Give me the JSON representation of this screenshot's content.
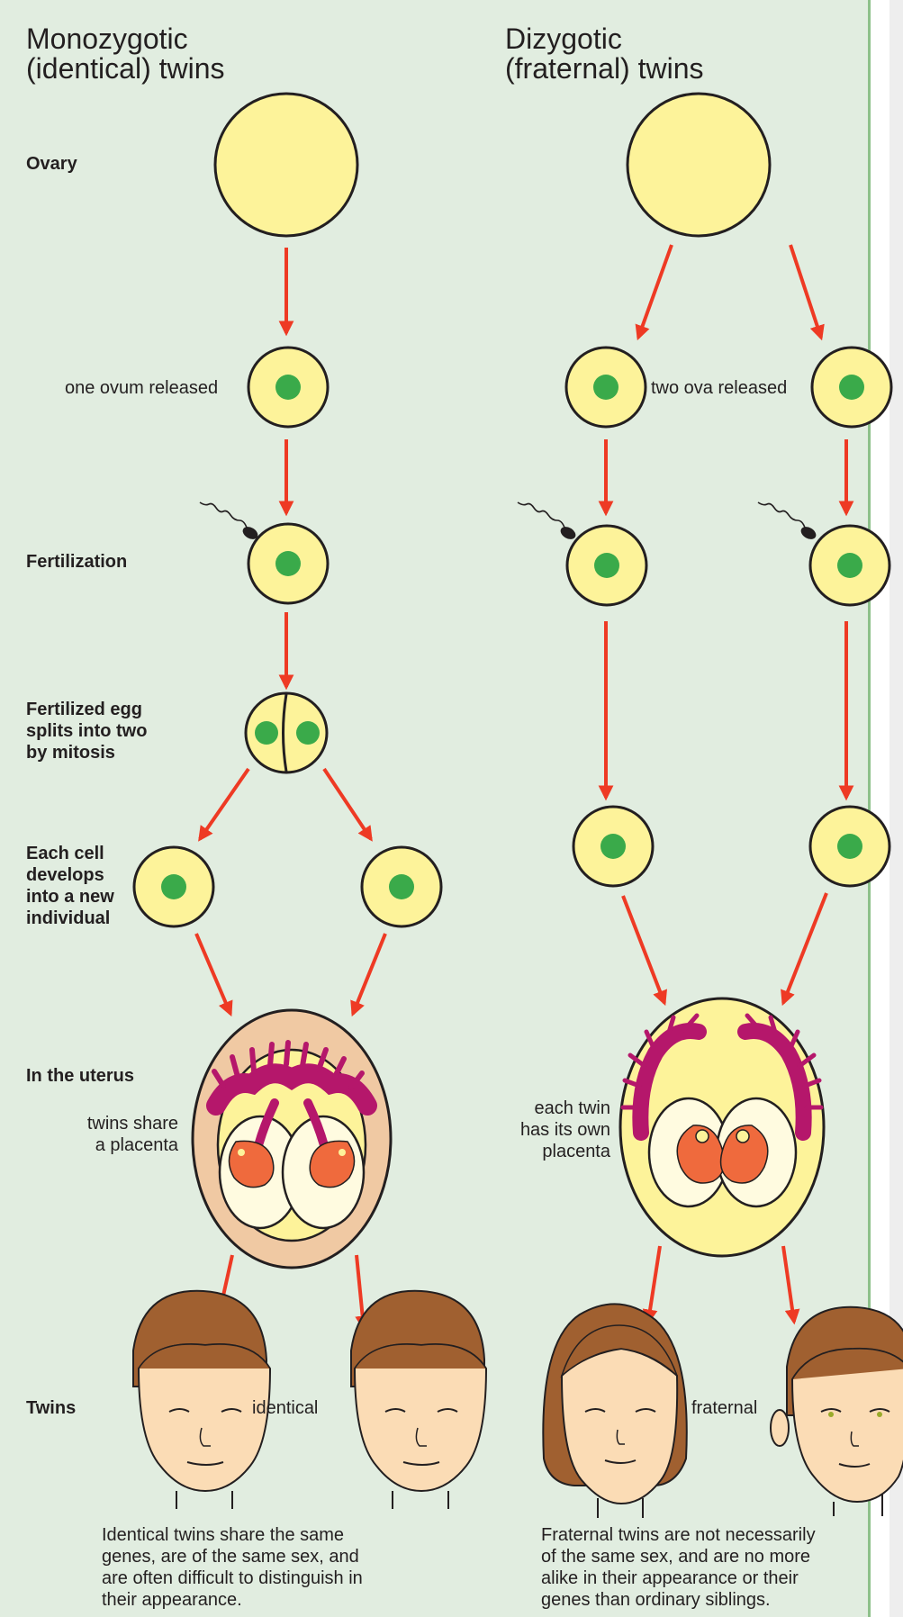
{
  "colors": {
    "background": "#e1ede0",
    "ovum": "#fdf39a",
    "nucleus": "#3aaa4a",
    "arrow": "#ee3a24",
    "placenta": "#b5176b",
    "uterus_mono": "#f0c9a3",
    "embryo": "#ef6a3d",
    "hair": "#a06030",
    "skin": "#fbdcb5"
  },
  "mono": {
    "title_line1": "Monozygotic",
    "title_line2": "(identical) twins",
    "label_ovary": "Ovary",
    "note_released": "one ovum released",
    "label_fertilization": "Fertilization",
    "label_split_1": "Fertilized egg",
    "label_split_2": "splits into two",
    "label_split_3": "by mitosis",
    "label_develop_1": "Each cell",
    "label_develop_2": "develops",
    "label_develop_3": "into a new",
    "label_develop_4": "individual",
    "label_uterus": "In the uterus",
    "note_share_1": "twins share",
    "note_share_2": "a placenta",
    "label_twins": "Twins",
    "note_identical": "identical",
    "para_1": "Identical twins share the same",
    "para_2": "genes, are of the same sex, and",
    "para_3": "are often difficult to distinguish in",
    "para_4": "their appearance."
  },
  "di": {
    "title_line1": "Dizygotic",
    "title_line2": "(fraternal) twins",
    "note_released": "two ova released",
    "note_own_1": "each twin",
    "note_own_2": "has its own",
    "note_own_3": "placenta",
    "note_fraternal": "fraternal",
    "para_1": "Fraternal twins are not necessarily",
    "para_2": "of the same sex, and are no more",
    "para_3": "alike in their appearance or their",
    "para_4": "genes than ordinary siblings."
  }
}
